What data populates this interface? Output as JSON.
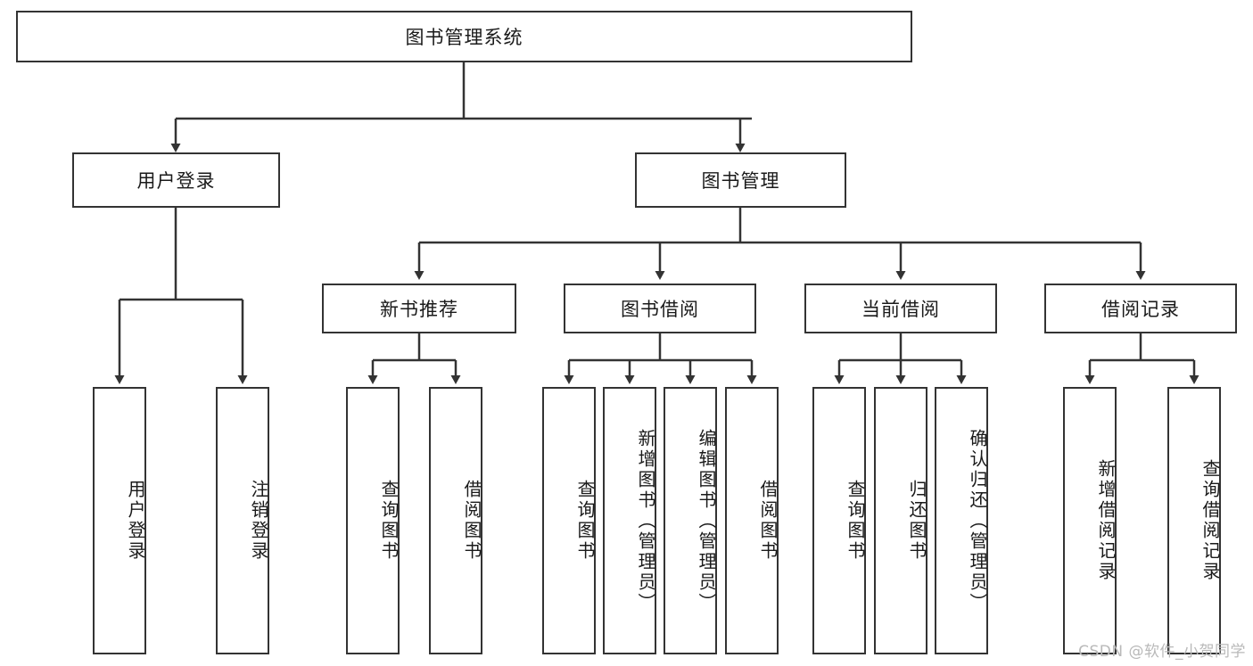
{
  "diagram": {
    "type": "tree-hierarchy",
    "title": "图书管理系统",
    "root": {
      "id": "root",
      "label": "图书管理系统"
    },
    "level2": [
      {
        "id": "user-login",
        "label": "用户登录"
      },
      {
        "id": "book-manage",
        "label": "图书管理"
      }
    ],
    "level3": [
      {
        "id": "new-book-recommend",
        "label": "新书推荐",
        "parent": "book-manage"
      },
      {
        "id": "book-borrow",
        "label": "图书借阅",
        "parent": "book-manage"
      },
      {
        "id": "current-borrow",
        "label": "当前借阅",
        "parent": "book-manage"
      },
      {
        "id": "borrow-record",
        "label": "借阅记录",
        "parent": "book-manage"
      }
    ],
    "leaves": [
      {
        "id": "leaf-user-login",
        "label": "用户登录",
        "parent": "user-login"
      },
      {
        "id": "leaf-logout",
        "label": "注销登录",
        "parent": "user-login"
      },
      {
        "id": "leaf-query-book-1",
        "label": "查询图书",
        "parent": "new-book-recommend"
      },
      {
        "id": "leaf-borrow-book-1",
        "label": "借阅图书",
        "parent": "new-book-recommend"
      },
      {
        "id": "leaf-query-book-2",
        "label": "查询图书",
        "parent": "book-borrow"
      },
      {
        "id": "leaf-add-book",
        "label": "新增图书（管理员）",
        "parent": "book-borrow"
      },
      {
        "id": "leaf-edit-book",
        "label": "编辑图书（管理员）",
        "parent": "book-borrow"
      },
      {
        "id": "leaf-borrow-book-2",
        "label": "借阅图书",
        "parent": "book-borrow"
      },
      {
        "id": "leaf-query-book-3",
        "label": "查询图书",
        "parent": "current-borrow"
      },
      {
        "id": "leaf-return-book",
        "label": "归还图书",
        "parent": "current-borrow"
      },
      {
        "id": "leaf-confirm-return",
        "label": "确认归还（管理员）",
        "parent": "current-borrow"
      },
      {
        "id": "leaf-add-record",
        "label": "新增借阅记录",
        "parent": "borrow-record"
      },
      {
        "id": "leaf-query-record",
        "label": "查询借阅记录",
        "parent": "borrow-record"
      }
    ],
    "colors": {
      "box_border": "#333333",
      "box_fill": "#ffffff",
      "connector": "#333333",
      "text": "#1a1a1a",
      "watermark": "#b9b9b9"
    }
  },
  "watermark": {
    "text": "CSDN @软件_小贺同学"
  }
}
